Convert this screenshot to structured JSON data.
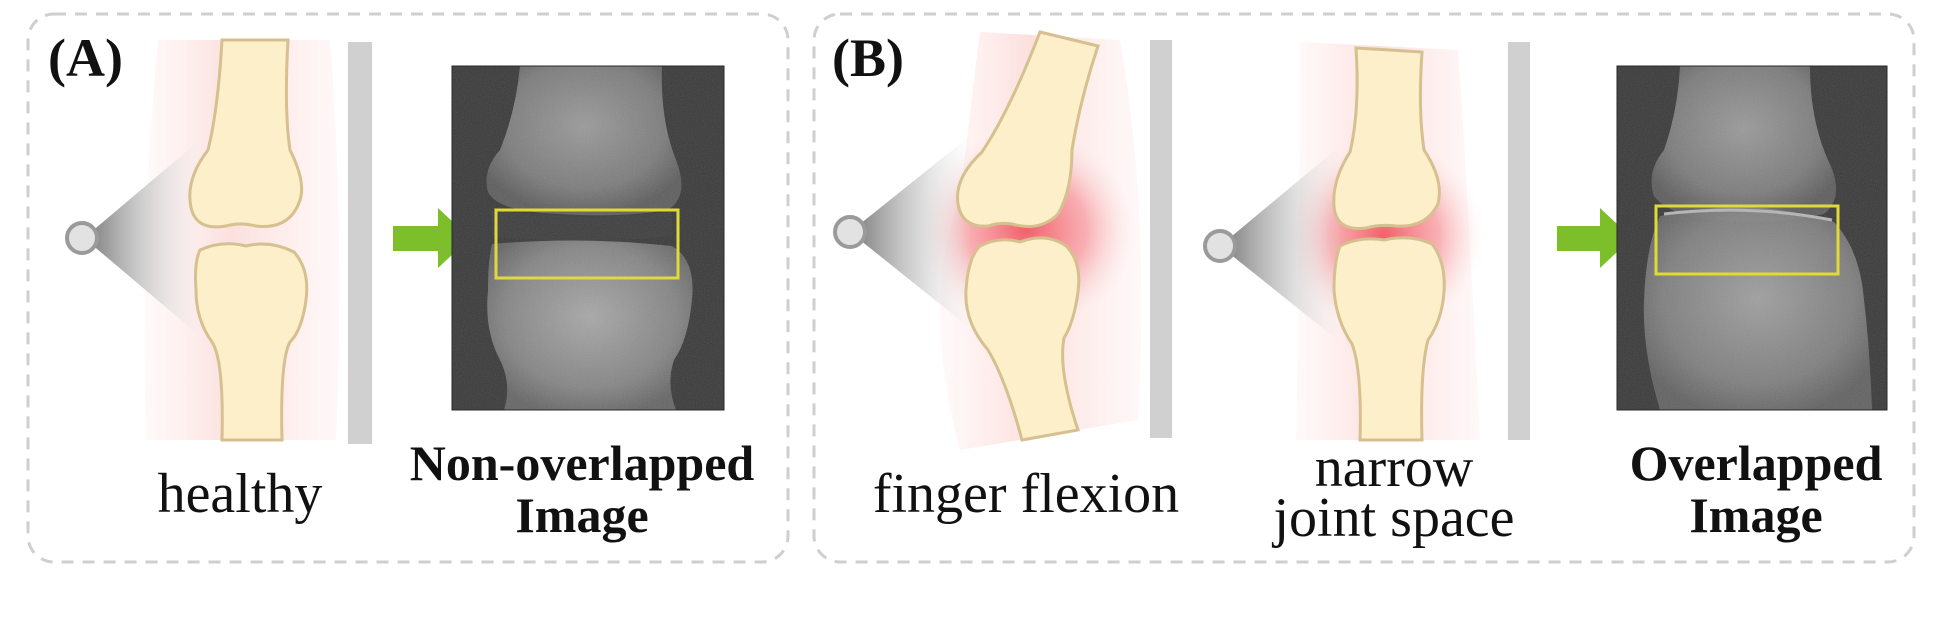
{
  "panels": [
    {
      "tag": "(A)",
      "items": [
        {
          "caption": "healthy"
        }
      ],
      "result": {
        "line1": "Non-overlapped",
        "line2": "Image"
      }
    },
    {
      "tag": "(B)",
      "items": [
        {
          "caption": "finger flexion"
        },
        {
          "line1": "narrow",
          "line2": "joint space"
        }
      ],
      "result": {
        "line1": "Overlapped",
        "line2": "Image"
      }
    }
  ],
  "colors": {
    "bone_fill": "#fcefca",
    "bone_outline": "#d6c08f",
    "skin_tint": "#fbe4e2",
    "inflammation": "#f26a72",
    "arrow": "#7cbf2a",
    "detector_plate": "#d0d0d0",
    "highlight_box": "#e0d93a",
    "panel_border": "#cfcfcf",
    "xray_background": "#3a3a3a"
  },
  "icons": {
    "xray_source": "circle-source-icon",
    "beam": "cone-beam-icon",
    "direction": "right-arrow-icon"
  }
}
